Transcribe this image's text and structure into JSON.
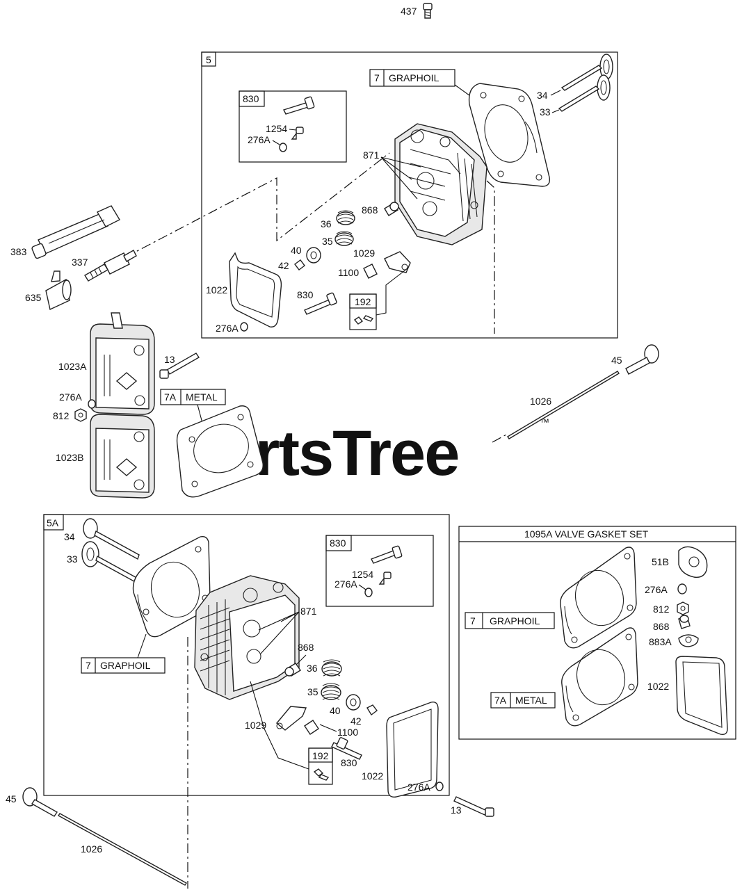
{
  "watermark": {
    "text": "PartsTree",
    "trademark": "™"
  },
  "top_part": {
    "label": "437"
  },
  "assembly_5": {
    "box_label": "5",
    "graphoil_ref": {
      "number": "7",
      "text": "GRAPHOIL"
    },
    "kit_830": {
      "box_label": "830",
      "labels": [
        "1254",
        "276A"
      ]
    },
    "labels": {
      "p34": "34",
      "p33": "33",
      "p871": "871",
      "p868": "868",
      "p36": "36",
      "p35": "35",
      "p40": "40",
      "p42": "42",
      "p1029": "1029",
      "p1100": "1100",
      "p830": "830",
      "p1022": "1022",
      "p276a": "276A",
      "p192": "192"
    }
  },
  "loose_parts_left": {
    "p383": "383",
    "p337": "337",
    "p635": "635",
    "p1023a": "1023A",
    "p13": "13",
    "p276a": "276A",
    "p812": "812",
    "p1023b": "1023B",
    "metal_ref": {
      "number": "7A",
      "text": "METAL"
    }
  },
  "right_parts": {
    "p45": "45",
    "p1026": "1026"
  },
  "assembly_5a": {
    "box_label": "5A",
    "graphoil_ref": {
      "number": "7",
      "text": "GRAPHOIL"
    },
    "kit_830": {
      "box_label": "830",
      "labels": [
        "1254",
        "276A"
      ]
    },
    "labels": {
      "p34": "34",
      "p33": "33",
      "p871": "871",
      "p868": "868",
      "p36": "36",
      "p35": "35",
      "p40": "40",
      "p42": "42",
      "p1029": "1029",
      "p1100": "1100",
      "p830": "830",
      "p1022": "1022",
      "p276a": "276A",
      "p192": "192"
    }
  },
  "bottom_parts": {
    "p45": "45",
    "p1026": "1026",
    "p13": "13"
  },
  "gasket_set": {
    "title": "1095A VALVE GASKET SET",
    "graphoil_ref": {
      "number": "7",
      "text": "GRAPHOIL"
    },
    "metal_ref": {
      "number": "7A",
      "text": "METAL"
    },
    "labels": {
      "p51b": "51B",
      "p276a": "276A",
      "p812": "812",
      "p868": "868",
      "p883a": "883A",
      "p1022": "1022"
    }
  }
}
